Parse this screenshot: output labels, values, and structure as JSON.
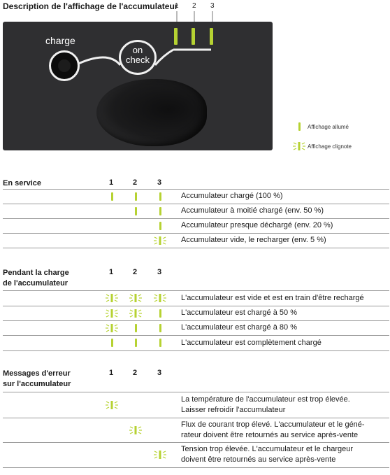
{
  "header": {
    "title": "Description de l'affichage de l'accumulateur",
    "led_numbers": [
      "1",
      "2",
      "3"
    ]
  },
  "battery": {
    "charge_label": "charge",
    "on_label": "on",
    "check_label": "check"
  },
  "legend": {
    "lit_label": "Affichage allumé",
    "blink_label": "Affichage clignote"
  },
  "colors": {
    "led_green": "#b6d232",
    "battery_body": "#2f2f31"
  },
  "sections": {
    "service": {
      "title_line1": "En service",
      "title_line2": "",
      "cols": [
        "1",
        "2",
        "3"
      ],
      "rows": [
        {
          "leds": [
            "lit",
            "lit",
            "lit"
          ],
          "text1": "Accumulateur chargé (100 %)",
          "text2": ""
        },
        {
          "leds": [
            "off",
            "lit",
            "lit"
          ],
          "text1": "Accumulateur à moitié chargé (env. 50 %)",
          "text2": ""
        },
        {
          "leds": [
            "off",
            "off",
            "lit"
          ],
          "text1": "Accumulateur presque déchargé (env. 20 %)",
          "text2": ""
        },
        {
          "leds": [
            "off",
            "off",
            "blink"
          ],
          "text1": "Accumulateur vide, le recharger (env. 5 %)",
          "text2": ""
        }
      ]
    },
    "charging": {
      "title_line1": "Pendant la charge",
      "title_line2": "de l'accumulateur",
      "cols": [
        "1",
        "2",
        "3"
      ],
      "rows": [
        {
          "leds": [
            "blink",
            "blink",
            "blink"
          ],
          "text1": "L'accumulateur est vide et est en train d'être rechargé",
          "text2": ""
        },
        {
          "leds": [
            "blink",
            "blink",
            "lit"
          ],
          "text1": "L'accumulateur est chargé à 50 %",
          "text2": ""
        },
        {
          "leds": [
            "blink",
            "lit",
            "lit"
          ],
          "text1": "L'accumulateur est chargé à 80 %",
          "text2": ""
        },
        {
          "leds": [
            "lit",
            "lit",
            "lit"
          ],
          "text1": "L'accumulateur est complètement chargé",
          "text2": ""
        }
      ]
    },
    "errors": {
      "title_line1": "Messages d'erreur",
      "title_line2": "sur l'accumulateur",
      "cols": [
        "1",
        "2",
        "3"
      ],
      "rows": [
        {
          "leds": [
            "blink",
            "off",
            "off"
          ],
          "text1": "La température de l'accumulateur est trop élevée.",
          "text2": "Laisser refroidir l'accumulateur"
        },
        {
          "leds": [
            "off",
            "blink",
            "off"
          ],
          "text1": "Flux de courant trop élevé. L'accumulateur et le géné-",
          "text2": "rateur doivent être retournés au service après-vente"
        },
        {
          "leds": [
            "off",
            "off",
            "blink"
          ],
          "text1": "Tension trop élevée. L'accumulateur et le chargeur",
          "text2": "doivent être retournés au service après-vente"
        }
      ]
    }
  }
}
